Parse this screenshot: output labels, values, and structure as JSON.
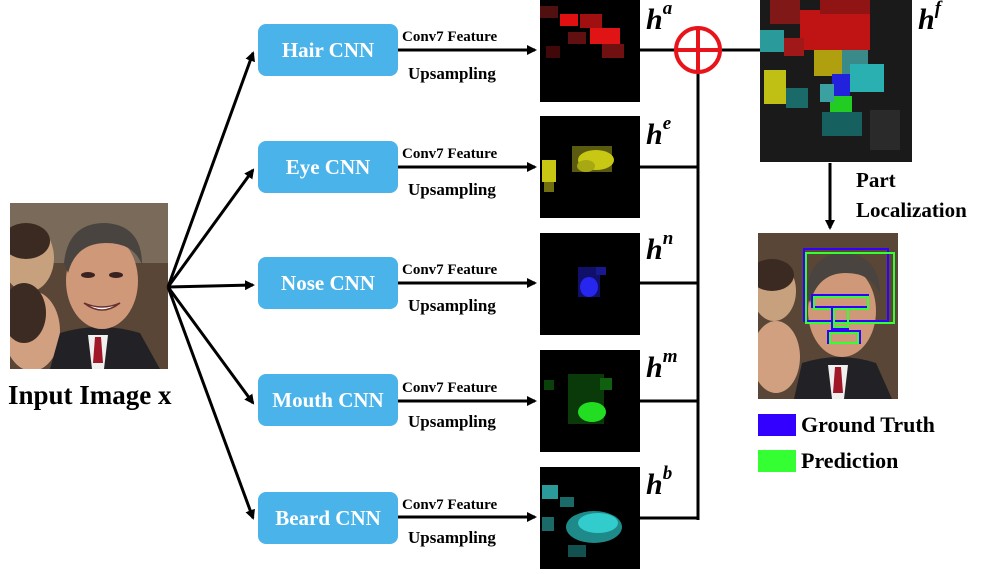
{
  "input_label": "Input Image x",
  "cnns": [
    {
      "label": "Hair CNN",
      "feature": "Conv7 Feature",
      "upsampling": "Upsampling",
      "h": "h",
      "sup": "a"
    },
    {
      "label": "Eye CNN",
      "feature": "Conv7 Feature",
      "upsampling": "Upsampling",
      "h": "h",
      "sup": "e"
    },
    {
      "label": "Nose CNN",
      "feature": "Conv7 Feature",
      "upsampling": "Upsampling",
      "h": "h",
      "sup": "n"
    },
    {
      "label": "Mouth CNN",
      "feature": "Conv7 Feature",
      "upsampling": "Upsampling",
      "h": "h",
      "sup": "m"
    },
    {
      "label": "Beard CNN",
      "feature": "Conv7 Feature",
      "upsampling": "Upsampling",
      "h": "h",
      "sup": "b"
    }
  ],
  "fused": {
    "h": "h",
    "sup": "f"
  },
  "part_localization": [
    "Part",
    "Localization"
  ],
  "legend": [
    {
      "label": "Ground Truth",
      "color": "#3300ff"
    },
    {
      "label": "Prediction",
      "color": "#33ff33"
    }
  ],
  "colors": {
    "cnn_box": "#4ab3ea",
    "sum_node": "#e8141b",
    "hair_map": "#e01010",
    "eye_map": "#d4d414",
    "nose_map": "#2222ee",
    "mouth_map": "#22dd22",
    "beard_map": "#33cccc"
  }
}
